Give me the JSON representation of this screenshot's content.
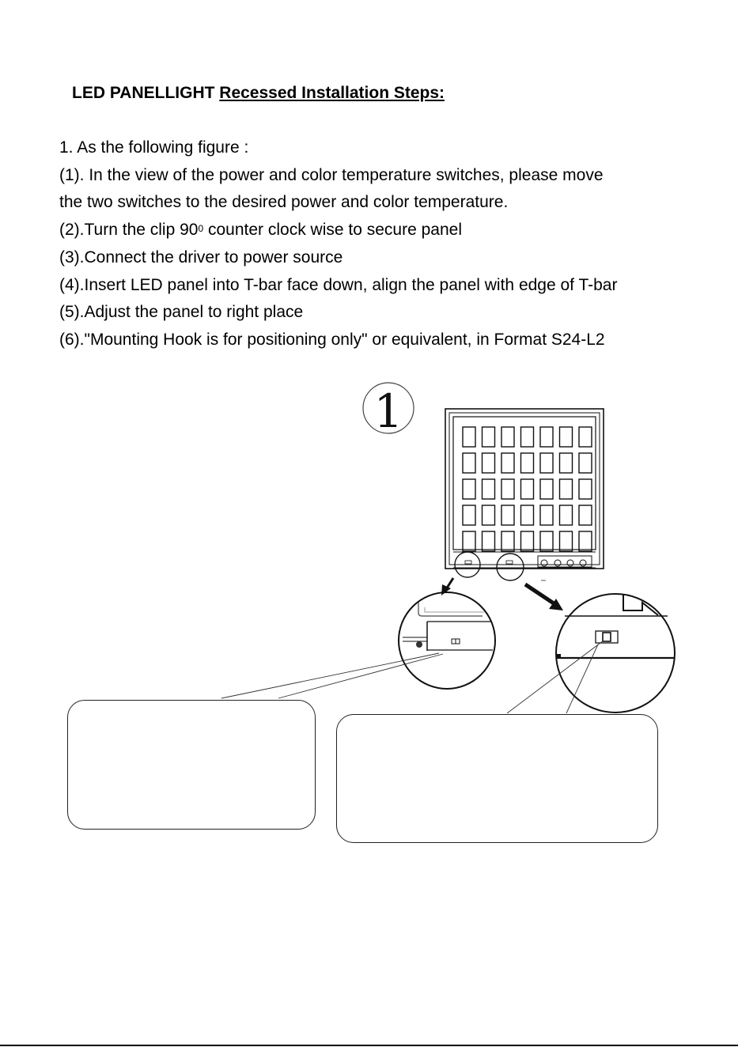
{
  "title": {
    "prefix": "LED PANELLIGHT ",
    "underlined": "Recessed Installation Steps:"
  },
  "intro": "1. As the following figure :",
  "steps": {
    "s1_line1": "(1). In the view of the power and color temperature switches, please move",
    "s1_line2": "the two switches to the desired power and color temperature.",
    "s2_a": "(2).Turn the clip 90",
    "s2_sup": "0",
    "s2_b": " counter clock wise to secure panel",
    "s3": "(3).Connect the driver to power source",
    "s4": "(4).Insert LED panel into T-bar face down, align the panel with edge of T-bar",
    "s5": "(5).Adjust the panel to right place",
    "s6": "(6).\"Mounting Hook is for positioning only\" or equivalent, in Format S24-L2"
  },
  "figure": {
    "step_number": "1",
    "callouts": [
      "",
      ""
    ]
  }
}
